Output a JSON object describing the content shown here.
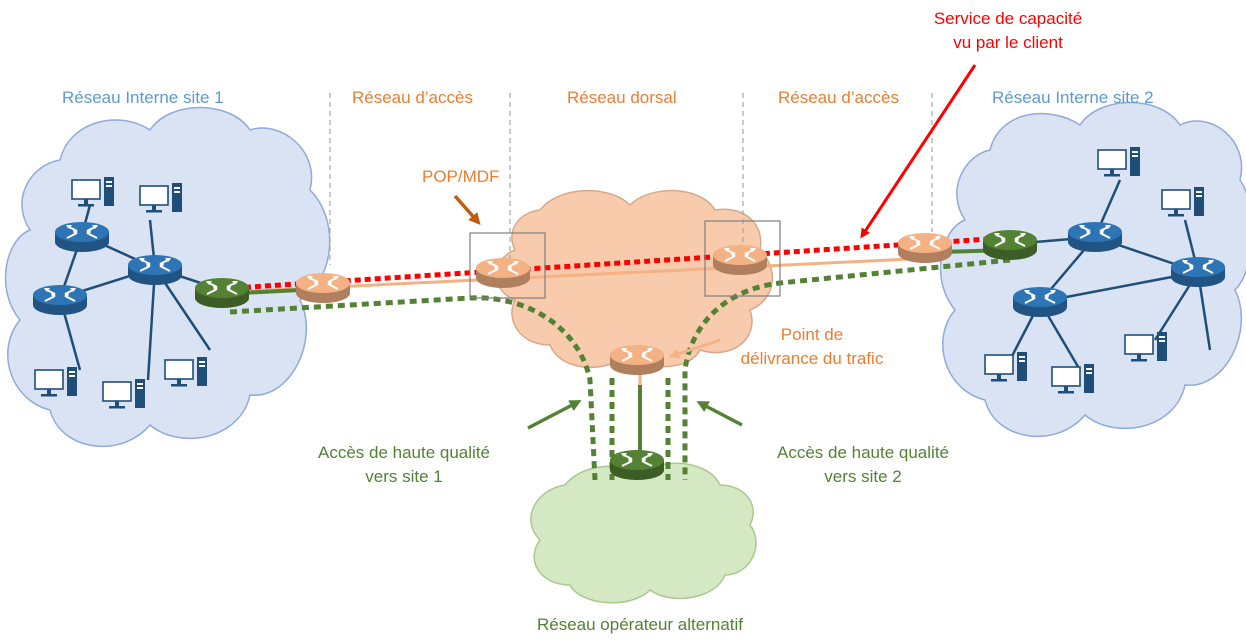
{
  "labels": {
    "site1": "Réseau Interne site 1",
    "site2": "Réseau Interne site 2",
    "access_left": "Réseau d’accès",
    "backbone": "Réseau dorsal",
    "access_right": "Réseau d’accès",
    "service_line1": "Service de capacité",
    "service_line2": "vu par le client",
    "pop": "POP/MDF",
    "delivery_line1": "Point de",
    "delivery_line2": "délivrance du trafic",
    "access1_line1": "Accès de haute qualité",
    "access1_line2": "vers site 1",
    "access2_line1": "Accès de haute qualité",
    "access2_line2": "vers site 2",
    "alt_operator": "Réseau opérateur alternatif"
  },
  "colors": {
    "blue_label": "#5b9bd5",
    "orange_label": "#ed7d31",
    "red": "#ff0000",
    "green": "#548235",
    "cloud_blue": "#dae3f3",
    "cloud_orange": "#f8cbad",
    "cloud_green": "#d5e8c4",
    "router_blue": "#2e75b6",
    "router_orange": "#f4b183",
    "router_green": "#548235"
  },
  "icons": {
    "router": "router-icon",
    "computer": "desktop-computer-icon",
    "cloud": "cloud-icon",
    "arrow": "arrow-icon"
  }
}
